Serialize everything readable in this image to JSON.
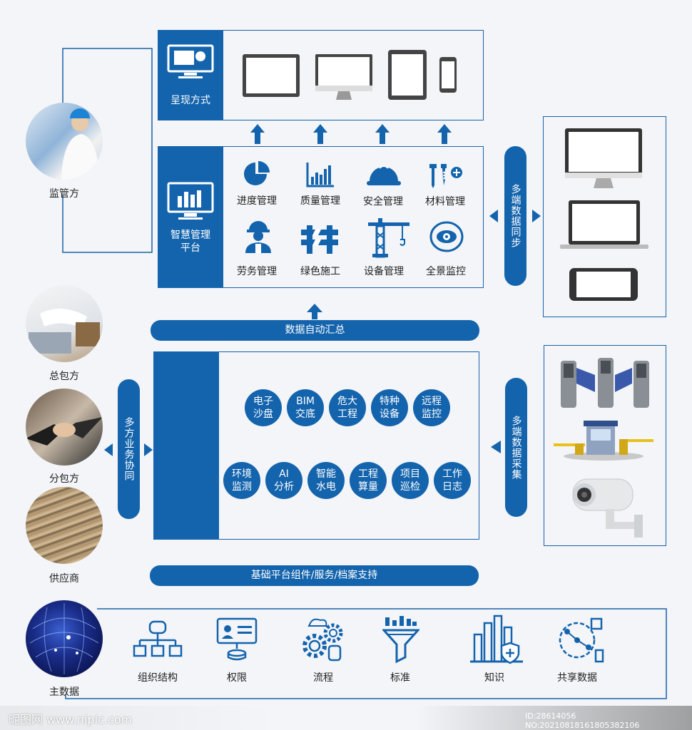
{
  "display": {
    "label": "呈现方式",
    "devices": [
      "monitor-icon",
      "desktop-icon",
      "tablet-icon",
      "phone-icon"
    ]
  },
  "platform": {
    "label": "智慧管理平台",
    "modules": [
      {
        "label": "进度管理",
        "icon": "pie-chart-icon"
      },
      {
        "label": "质量管理",
        "icon": "bar-chart-icon"
      },
      {
        "label": "安全管理",
        "icon": "helmet-icon"
      },
      {
        "label": "材料管理",
        "icon": "tools-icon"
      },
      {
        "label": "劳务管理",
        "icon": "worker-icon"
      },
      {
        "label": "绿色施工",
        "icon": "barrier-icon"
      },
      {
        "label": "设备管理",
        "icon": "crane-icon"
      },
      {
        "label": "全景监控",
        "icon": "camera-icon"
      }
    ]
  },
  "sync": {
    "label": "多端数据同步"
  },
  "aggregate": {
    "label": "数据自动汇总"
  },
  "services": {
    "row1": [
      "电子\n沙盘",
      "BIM\n交底",
      "危大\n工程",
      "特种\n设备",
      "远程\n监控"
    ],
    "row2": [
      "环境\n监测",
      "AI\n分析",
      "智能\n水电",
      "工程\n算量",
      "项目\n巡检",
      "工作\n日志"
    ]
  },
  "collaboration": {
    "label": "多方业务协同"
  },
  "collect": {
    "label": "多端数据采集"
  },
  "foundation": {
    "label": "基础平台组件/服务/档案支持"
  },
  "stakeholders": {
    "supervisor": "监管方",
    "general": "总包方",
    "sub": "分包方",
    "supplier": "供应商",
    "master": "主数据"
  },
  "master_items": [
    {
      "label": "组织结构",
      "icon": "org-chart-icon"
    },
    {
      "label": "权限",
      "icon": "permission-icon"
    },
    {
      "label": "流程",
      "icon": "process-gears-icon"
    },
    {
      "label": "标准",
      "icon": "funnel-icon"
    },
    {
      "label": "知识",
      "icon": "knowledge-shield-icon"
    },
    {
      "label": "共享数据",
      "icon": "share-data-icon"
    }
  ],
  "watermark": {
    "left": "昵图网 www.nipic.com",
    "right": "ID:28614056 NO:20210818161805382106"
  },
  "colors": {
    "primary": "#1464ad",
    "line": "#1a62a8",
    "bg": "#f3f5f8"
  }
}
